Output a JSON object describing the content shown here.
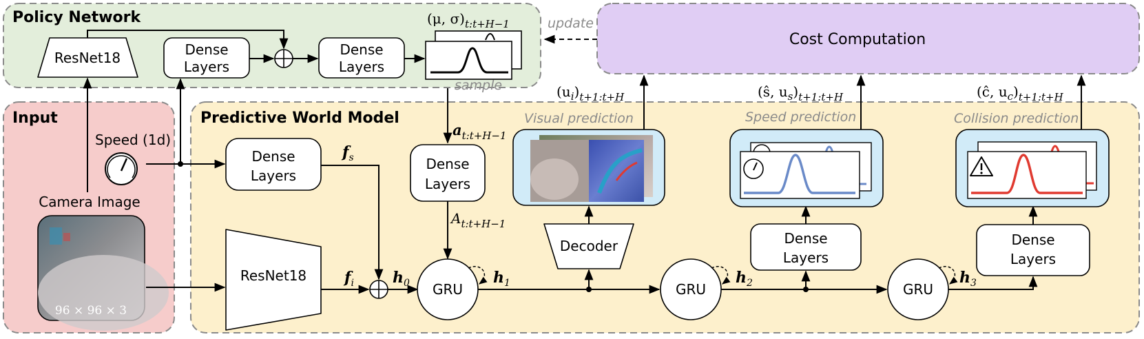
{
  "sections": {
    "policy": "Policy Network",
    "input": "Input",
    "world_model": "Predictive World Model"
  },
  "policy": {
    "resnet": "ResNet18",
    "dense1_l1": "Dense",
    "dense1_l2": "Layers",
    "dense2_l1": "Dense",
    "dense2_l2": "Layers",
    "dist_label": "(μ, σ)",
    "dist_sub": "t:t+H−1",
    "sample": "sample",
    "update": "update"
  },
  "cost": {
    "label": "Cost Computation"
  },
  "input": {
    "speed": "Speed (1d)",
    "camera": "Camera Image",
    "dims": "96 × 96 × 3"
  },
  "world": {
    "dense_s_l1": "Dense",
    "dense_s_l2": "Layers",
    "resnet": "ResNet18",
    "fs": "f",
    "fs_sub": "s",
    "fi": "f",
    "fi_sub": "i",
    "h0": "h",
    "h0_sub": "0",
    "h1": "h",
    "h1_sub": "1",
    "h2": "h",
    "h2_sub": "2",
    "h3": "h",
    "h3_sub": "3",
    "a_label": "a",
    "a_sub": "t:t+H−1",
    "A_label": "A",
    "A_sub": "t:t+H−1",
    "dense_a_l1": "Dense",
    "dense_a_l2": "Layers",
    "gru": "GRU",
    "decoder": "Decoder",
    "dense_sp_l1": "Dense",
    "dense_sp_l2": "Layers",
    "dense_col_l1": "Dense",
    "dense_col_l2": "Layers"
  },
  "predictions": {
    "visual": "Visual prediction",
    "speed": "Speed prediction",
    "collision": "Collision prediction",
    "out_visual": "(u",
    "out_visual_i": "i",
    "out_visual_sub": "t+1:t+H",
    "out_speed": "(ŝ, u",
    "out_speed_i": "s",
    "out_speed_sub": "t+1:t+H",
    "out_col": "(ĉ, u",
    "out_col_i": "c",
    "out_col_sub": "t+1:t+H"
  },
  "colors": {
    "policy_bg": "#e3eedb",
    "input_bg": "#f6cccb",
    "world_bg": "#fdf0cc",
    "cost_bg": "#e0cdf4",
    "pred_bg": "#d1ebf8",
    "speed_curve": "#6a8ac8",
    "collision_curve": "#e03a30",
    "dash": "#8a8a8a"
  }
}
